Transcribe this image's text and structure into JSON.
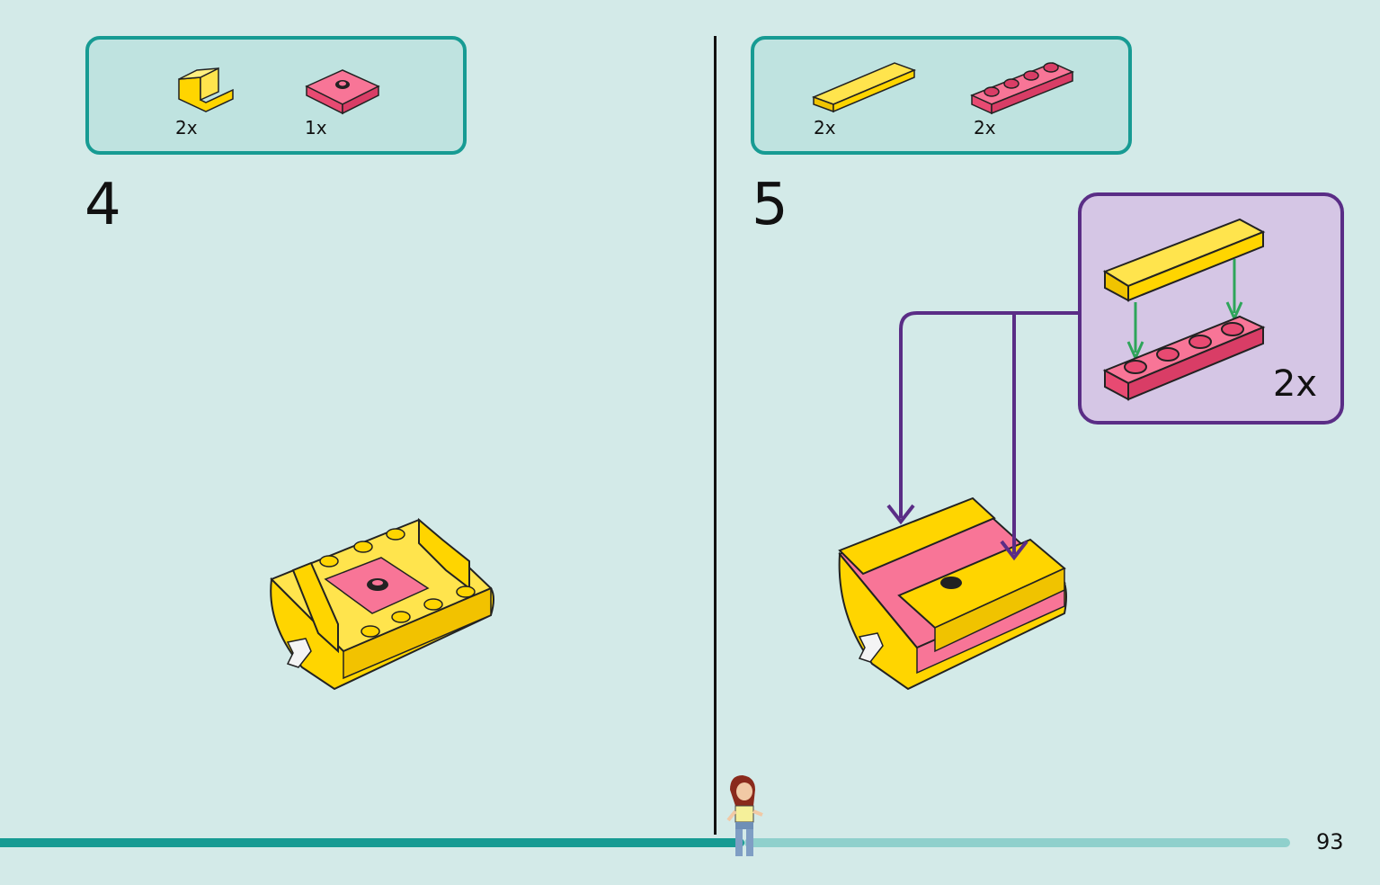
{
  "steps": [
    {
      "number": "4",
      "parts": [
        {
          "qty": "2x",
          "icon": "yellow-bracket-piece"
        },
        {
          "qty": "1x",
          "icon": "pink-jumper-plate"
        }
      ]
    },
    {
      "number": "5",
      "parts": [
        {
          "qty": "2x",
          "icon": "yellow-tile-1x4"
        },
        {
          "qty": "2x",
          "icon": "pink-plate-1x4"
        }
      ],
      "callout": {
        "qty": "2x"
      }
    }
  ],
  "page_number": "93",
  "colors": {
    "background": "#d3eae8",
    "parts_box": "#bfe3e0",
    "teal": "#179b93",
    "yellow": "#ffd500",
    "pink": "#f25b7e",
    "purple": "#5a2d86",
    "callout_bg": "#d5c6e5",
    "arrow_green": "#2ea55a"
  }
}
